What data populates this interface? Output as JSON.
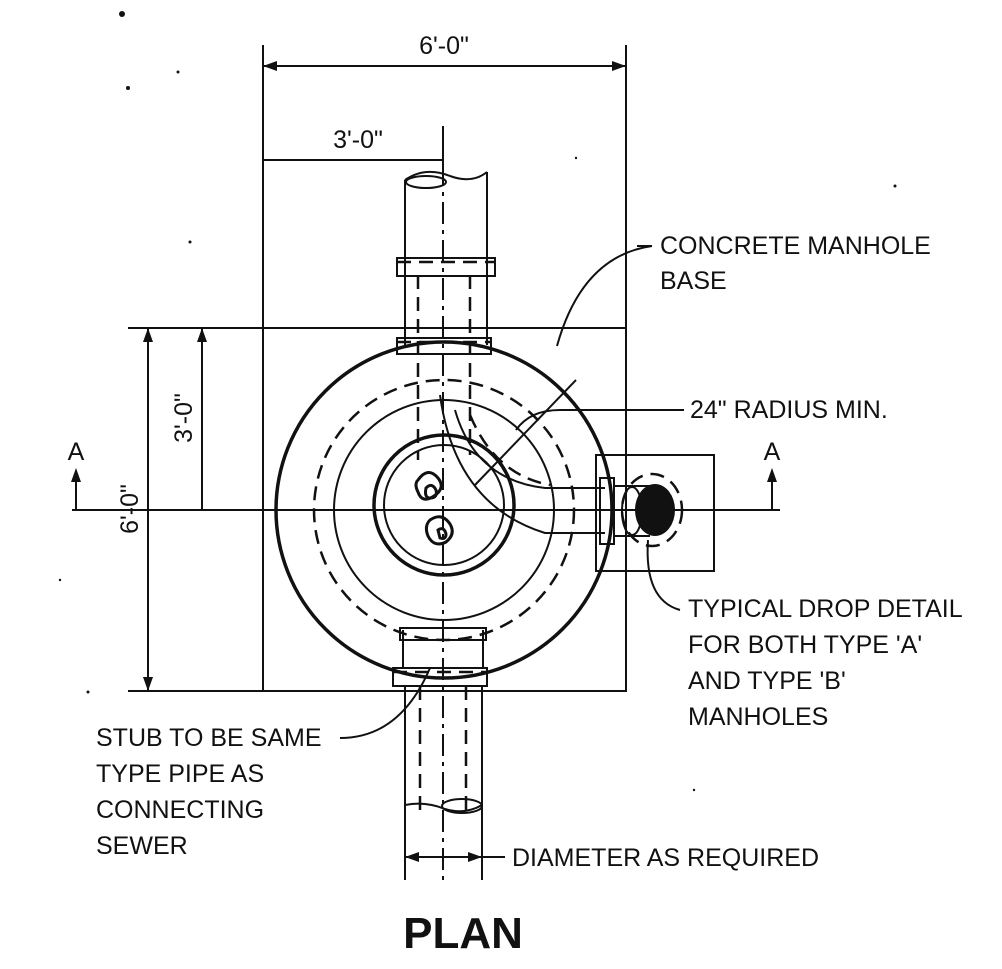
{
  "dimensions": {
    "overall_width": "6'-0\"",
    "half_width": "3'-0\"",
    "overall_height": "6'-0\"",
    "half_height": "3'-0\""
  },
  "section_marks": {
    "left": "A",
    "right": "A"
  },
  "callouts": {
    "concrete_base": [
      "CONCRETE MANHOLE",
      "BASE"
    ],
    "radius": "24\" RADIUS MIN.",
    "drop_detail": [
      "TYPICAL DROP DETAIL",
      "FOR BOTH TYPE 'A'",
      "AND TYPE 'B'",
      "MANHOLES"
    ],
    "stub": [
      "STUB TO BE SAME",
      "TYPE PIPE AS",
      "CONNECTING",
      "SEWER"
    ],
    "diameter": "DIAMETER AS REQUIRED"
  },
  "title": "PLAN"
}
